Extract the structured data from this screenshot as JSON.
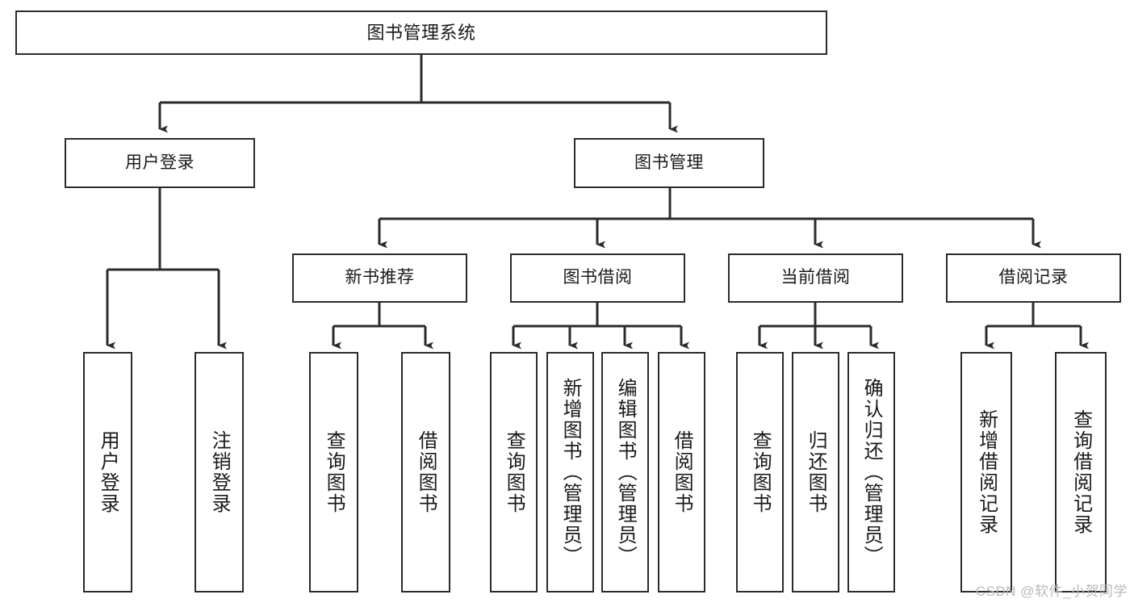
{
  "diagram": {
    "title": "图书管理系统",
    "type": "tree",
    "watermark": "CSDN @软件_小贺同学",
    "colors": {
      "box_border": "#2b2b2b",
      "box_fill": "#ffffff",
      "text": "#1a1a1a",
      "connector": "#2b2b2b",
      "watermark": "#b9b9b9",
      "background": "#ffffff"
    },
    "levels": {
      "level1": [
        {
          "id": "root",
          "label": "图书管理系统"
        }
      ],
      "level2": [
        {
          "id": "user-login",
          "label": "用户登录"
        },
        {
          "id": "book-manage",
          "label": "图书管理"
        }
      ],
      "level3": [
        {
          "id": "new-book-rec",
          "label": "新书推荐",
          "parent": "book-manage"
        },
        {
          "id": "book-borrow",
          "label": "图书借阅",
          "parent": "book-manage"
        },
        {
          "id": "current-borrow",
          "label": "当前借阅",
          "parent": "book-manage"
        },
        {
          "id": "borrow-record",
          "label": "借阅记录",
          "parent": "book-manage"
        }
      ],
      "leaves": [
        {
          "id": "leaf-user-login",
          "label": "用户登录",
          "parent": "user-login"
        },
        {
          "id": "leaf-user-logout",
          "label": "注销登录",
          "parent": "user-login"
        },
        {
          "id": "leaf-query-book-1",
          "label": "查询图书",
          "parent": "new-book-rec"
        },
        {
          "id": "leaf-borrow-book-1",
          "label": "借阅图书",
          "parent": "new-book-rec"
        },
        {
          "id": "leaf-query-book-2",
          "label": "查询图书",
          "parent": "book-borrow"
        },
        {
          "id": "leaf-add-book",
          "label": "新增图书（管理员）",
          "parent": "book-borrow"
        },
        {
          "id": "leaf-edit-book",
          "label": "编辑图书（管理员）",
          "parent": "book-borrow"
        },
        {
          "id": "leaf-borrow-book-2",
          "label": "借阅图书",
          "parent": "book-borrow"
        },
        {
          "id": "leaf-query-book-3",
          "label": "查询图书",
          "parent": "current-borrow"
        },
        {
          "id": "leaf-return-book",
          "label": "归还图书",
          "parent": "current-borrow"
        },
        {
          "id": "leaf-confirm-return",
          "label": "确认归还（管理员）",
          "parent": "current-borrow"
        },
        {
          "id": "leaf-add-record",
          "label": "新增借阅记录",
          "parent": "borrow-record"
        },
        {
          "id": "leaf-query-record",
          "label": "查询借阅记录",
          "parent": "borrow-record"
        }
      ]
    }
  }
}
